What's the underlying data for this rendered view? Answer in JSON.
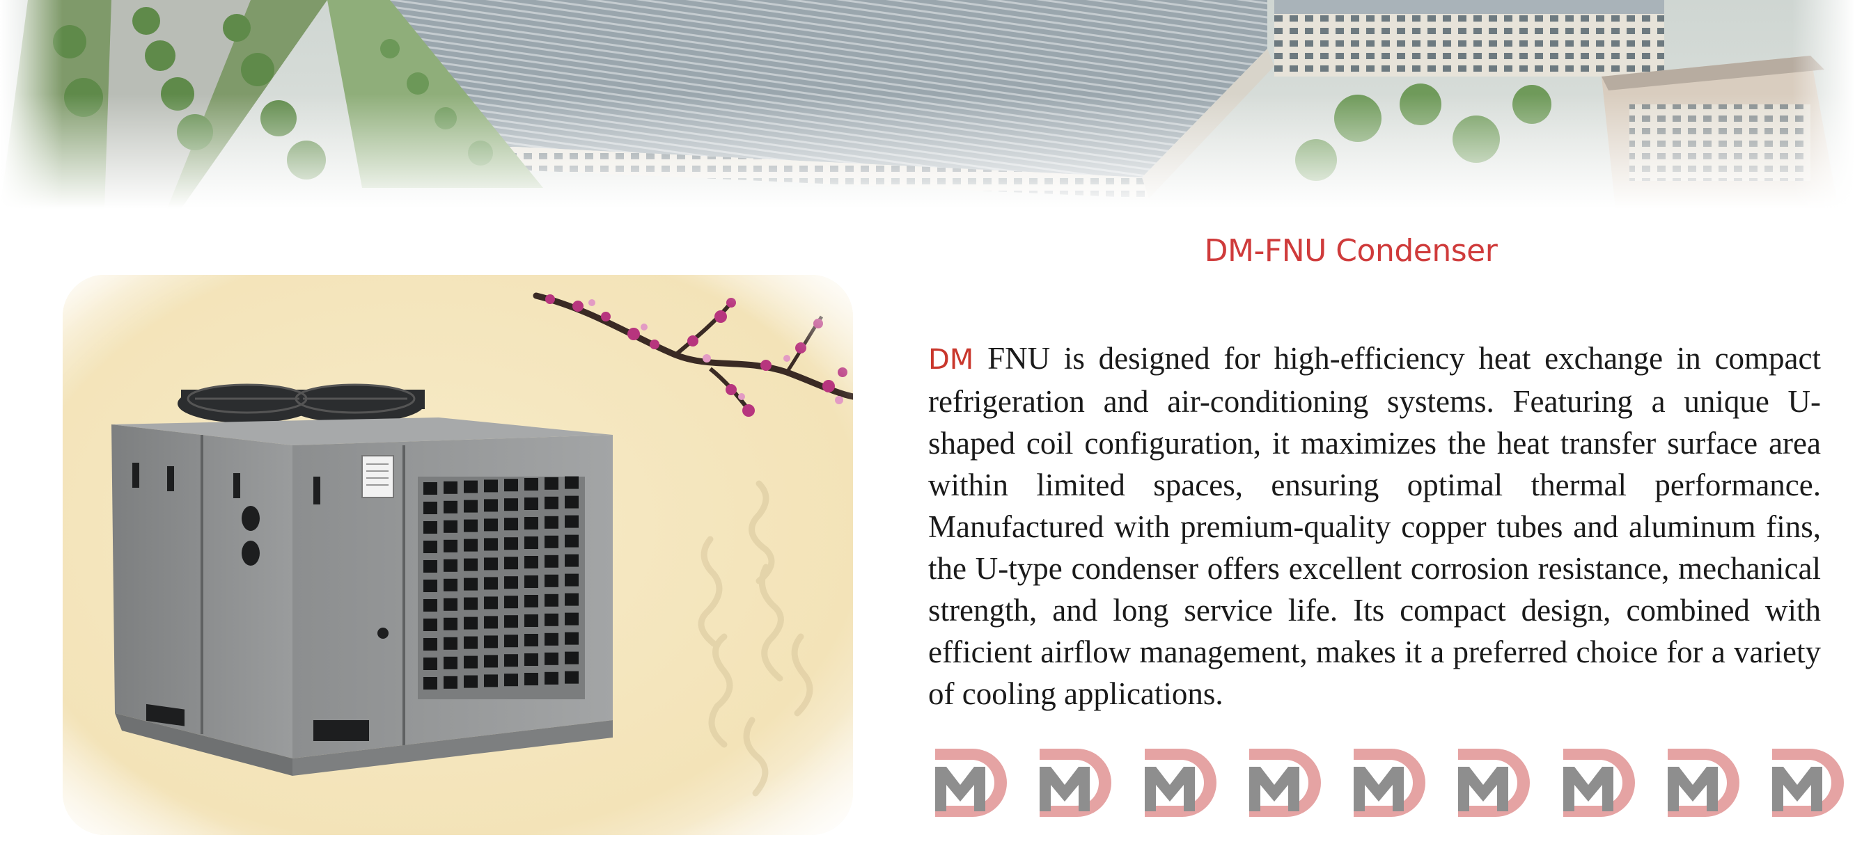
{
  "title": "DM-FNU Condenser",
  "description": {
    "brand": "DM",
    "body": " FNU is designed for high-efficiency heat exchange in compact refrigeration and air-conditioning systems. Featuring a unique U-shaped coil configuration, it maximizes the heat transfer surface area within limited spaces, ensuring optimal thermal performance. Manufactured with premium-quality copper tubes and aluminum fins, the U-type condenser offers excellent corrosion resistance, mechanical strength, and long service life. Its compact design, combined with efficient airflow management, makes it a preferred choice for a variety of cooling applications."
  },
  "logo_row": {
    "icon": "dm-logo-icon",
    "count": 9
  },
  "colors": {
    "accent_red": "#cf3b3b",
    "logo_pink": "#e5a3a3",
    "logo_gray": "#8e8e8e",
    "panel_cream": "#f4e6c2"
  }
}
